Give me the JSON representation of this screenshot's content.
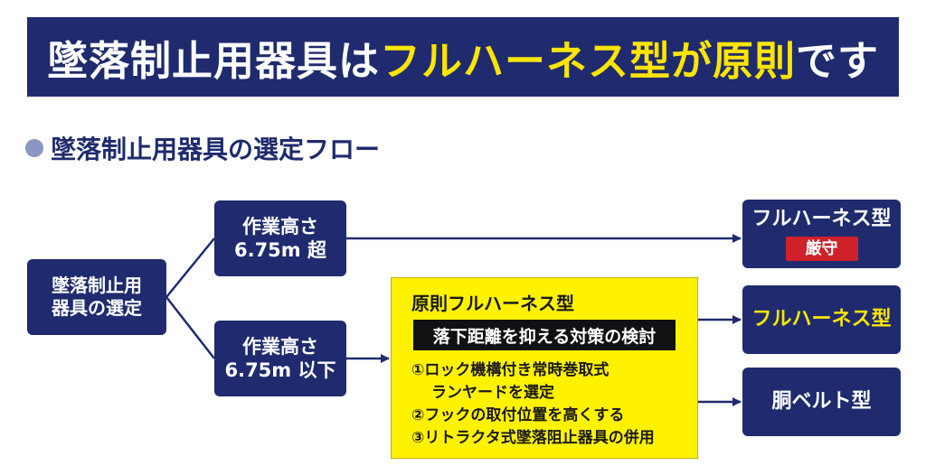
{
  "title": {
    "part1": "墜落制止用器具は",
    "part2": "フルハーネス型が原則",
    "part3": "です"
  },
  "subheading": "墜落制止用器具の選定フロー",
  "start_box": {
    "line1": "墜落制止用",
    "line2": "器具の選定"
  },
  "branch_high": {
    "line1": "作業高さ",
    "line2": "6.75m 超"
  },
  "branch_low": {
    "line1": "作業高さ",
    "line2": "6.75m 以下"
  },
  "principle_box": {
    "title": "原則フルハーネス型",
    "measure": "落下距離を抑える対策の検討",
    "items": [
      {
        "text": "①ロック機構付き常時巻取式"
      },
      {
        "text": "ランヤードを選定"
      },
      {
        "text": "②フックの取付位置を高くする"
      },
      {
        "text": "③リトラクタ式墜落阻止器具の併用"
      }
    ]
  },
  "result_strict": {
    "label": "フルハーネス型",
    "badge": "厳守"
  },
  "result_full": {
    "label": "フルハーネス型"
  },
  "result_belt": {
    "label": "胴ベルト型"
  },
  "colors": {
    "navy": "#1f2b6e",
    "yellow": "#ffe500",
    "red": "#d0202a"
  }
}
